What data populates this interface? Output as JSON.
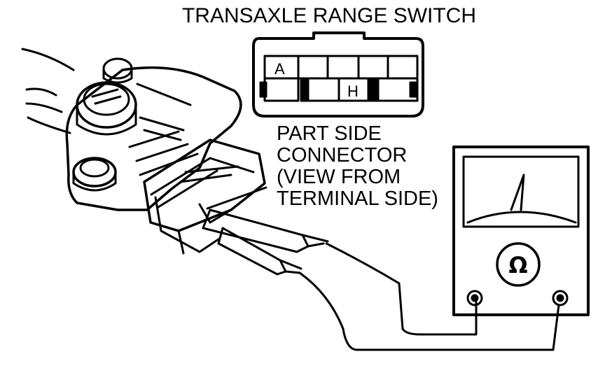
{
  "diagram": {
    "title": "TRANSAXLE RANGE SWITCH",
    "connector_caption": [
      "PART SIDE",
      "CONNECTOR",
      "(VIEW FROM",
      "TERMINAL SIDE)"
    ],
    "terminal_labels": {
      "a": "A",
      "h": "H"
    },
    "meter_symbol": "Ω",
    "colors": {
      "ink": "#000000",
      "paper": "#ffffff"
    },
    "icons": {
      "meter": "ohmmeter-icon",
      "switch": "range-switch-icon"
    }
  }
}
